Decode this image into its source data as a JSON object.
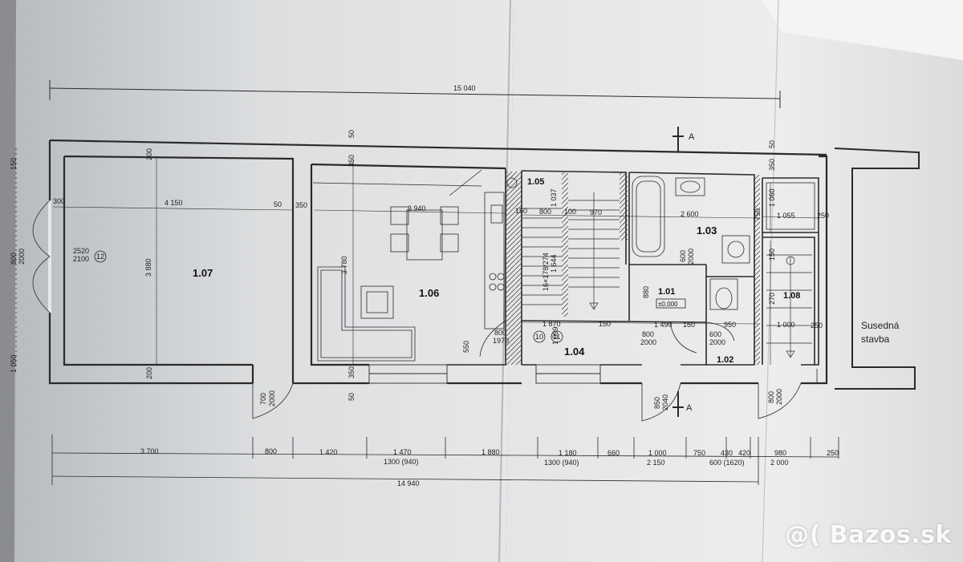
{
  "watermark": "@( Bazos.sk",
  "dims_top": {
    "overall": "15 040"
  },
  "dims_bottom": {
    "overall": "14 940",
    "segments": [
      "3 700",
      "800",
      "1 420",
      "1 470",
      "1 880",
      "1 180",
      "660",
      "1 000",
      "750",
      "430",
      "420",
      "980",
      "250"
    ],
    "sub": [
      "1300 (940)",
      "1300 (940)",
      "2 150",
      "600 (1620)",
      "2 000"
    ]
  },
  "rooms": [
    {
      "id": "1.07",
      "label": "1.07"
    },
    {
      "id": "1.06",
      "label": "1.06"
    },
    {
      "id": "1.05",
      "label": "1.05"
    },
    {
      "id": "1.04",
      "label": "1.04"
    },
    {
      "id": "1.03",
      "label": "1.03"
    },
    {
      "id": "1.01",
      "label": "1.01",
      "level": "±0,000"
    },
    {
      "id": "1.02",
      "label": "1.02"
    },
    {
      "id": "1.08",
      "label": "1.08"
    }
  ],
  "neighbor": {
    "line1": "Susedná",
    "line2": "stavba"
  },
  "section_mark": "A",
  "inner_dims": {
    "d4150": "4 150",
    "d3940": "3 940",
    "d3880": "3 880",
    "d3780": "3 780",
    "d2520": "2520",
    "d2100": "2100",
    "d12": "12",
    "d300": "300",
    "d50a": "50",
    "d350a": "350",
    "d200a": "200",
    "d200b": "200",
    "d350b": "350",
    "d350c": "350",
    "d50b": "50",
    "d50c": "50",
    "d800a": "800",
    "d100": "100",
    "d970": "970",
    "d150a": "150",
    "d2600": "2 600",
    "d750": "750",
    "d1055": "1 055",
    "d250a": "250",
    "d1060": "1 060",
    "d350d": "350",
    "d50d": "50",
    "d1037": "1 037",
    "d16": "16×178/274",
    "d1644": "1 644",
    "d600": "600",
    "d2000a": "2000",
    "d880": "880",
    "d1870": "1 870",
    "d150b": "150",
    "d1490": "1 490",
    "d160": "160",
    "d950": "950",
    "d1000": "1 000",
    "d250b": "250",
    "d1099": "1 099",
    "d800b": "800",
    "d1970": "1970",
    "d10": "10",
    "d11": "11",
    "d800c": "800",
    "d2000b": "2000",
    "d550": "550",
    "d700": "700",
    "d2000c": "2000",
    "d850": "850",
    "d2040": "2040",
    "d2000d": "2000",
    "d800d": "800",
    "d270": "270",
    "d150c": "150",
    "d1050": "1 050",
    "d800e": "800",
    "d2000e": "2000",
    "d600b": "600",
    "d2000f": "2000",
    "d150d": "150"
  }
}
